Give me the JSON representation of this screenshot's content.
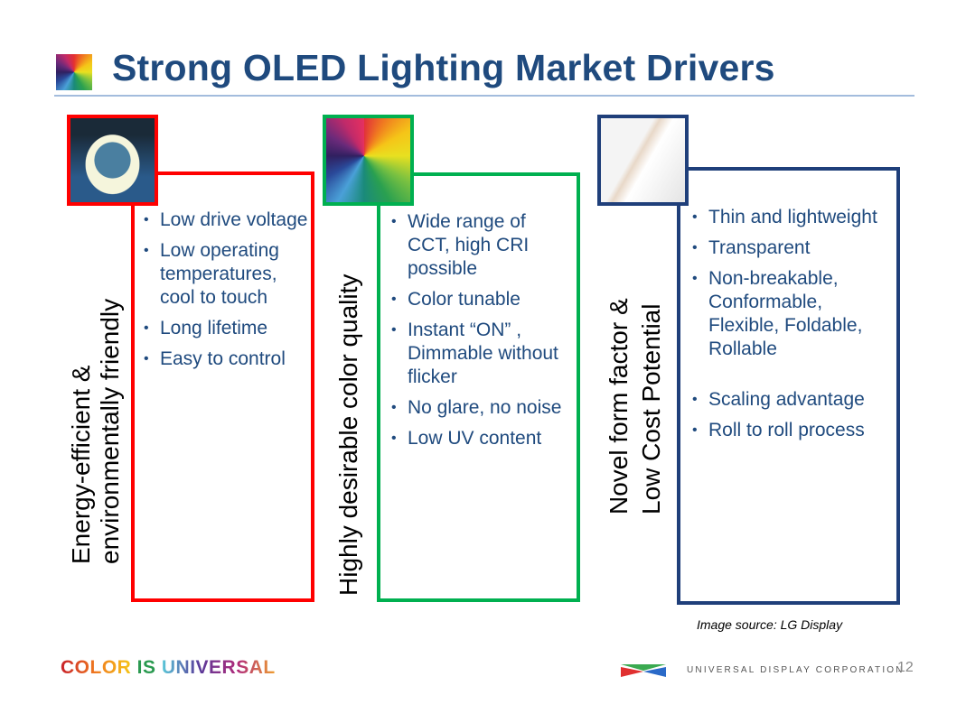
{
  "title": "Strong OLED Lighting Market Drivers",
  "colors": {
    "title": "#1f4a7e",
    "col1": "#ff0000",
    "col2": "#00b050",
    "col3": "#1f3f7a"
  },
  "columns": [
    {
      "label": "Energy-efficient & environmentally friendly",
      "image": "earth-globe",
      "bullets": [
        "Low drive voltage",
        "Low operating temperatures, cool to touch",
        "Long lifetime",
        "Easy to control"
      ]
    },
    {
      "label": "Highly desirable color quality",
      "image": "color-spectrum-burst",
      "bullets": [
        "Wide range of CCT, high CRI possible",
        "Color tunable",
        "Instant “ON” , Dimmable without flicker",
        "No glare, no noise",
        "Low UV content"
      ]
    },
    {
      "label_lines": [
        "Novel form factor &",
        "Low Cost Potential"
      ],
      "image": "flexible-oled-panel",
      "bullets": [
        "Thin and lightweight",
        "Transparent",
        "Non-breakable, Conformable, Flexible, Foldable, Rollable",
        "Scaling advantage",
        "Roll to roll process"
      ]
    }
  ],
  "image_source": "Image source:  LG Display",
  "footer": {
    "tagline_words": [
      "COLOR",
      "IS",
      "UNIVERSAL"
    ],
    "company": "UNIVERSAL DISPLAY CORPORATION",
    "page": "12"
  }
}
